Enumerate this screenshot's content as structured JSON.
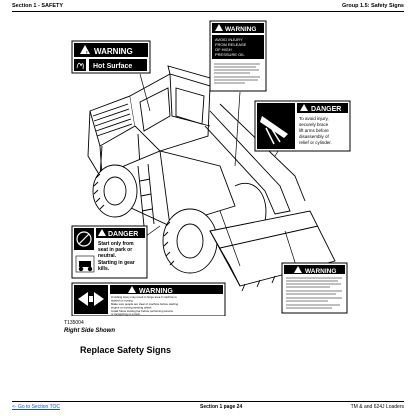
{
  "header": {
    "left": "Section 1 - SAFETY",
    "right": "Group 1.5: Safety Signs"
  },
  "labels": {
    "warning_hot_title": "WARNING",
    "warning_hot_text": "Hot Surface",
    "warning_hyd_title": "WARNING",
    "warning_hyd_line1": "AVOID INJURY",
    "warning_hyd_line2": "FROM RELEASE",
    "warning_hyd_line3": "OF HIGH",
    "warning_hyd_line4": "PRESSURE OIL",
    "danger_right_title": "DANGER",
    "danger_right_line1": "To avoid injury,",
    "danger_right_line2": "securely brace",
    "danger_right_line3": "lift arms before",
    "danger_right_line4": "disassembly of",
    "danger_right_line5": "relief or cylinder.",
    "danger_left_title": "DANGER",
    "danger_left_line1": "Start only from",
    "danger_left_line2": "seat in park or",
    "danger_left_line3": "neutral.",
    "danger_left_line4": "Starting in gear",
    "danger_left_line5": "kills.",
    "warning_bottom_title": "WARNING",
    "warning_bottom_line1": "Crushing injury may result in hinge area if machine is",
    "warning_bottom_line2": "started or moving.",
    "warning_bottom_line3": "Make sure people are clear of machine before starting",
    "warning_bottom_line4": "engine or moving steering wheel.",
    "warning_bottom_line5": "Install frame locking bar before performing service",
    "warning_bottom_line6": "or transporting on a truck.",
    "warning_small_title": "WARNING"
  },
  "figure_id": "T135004",
  "caption": "Right Side Shown",
  "heading": "Replace Safety Signs",
  "footer": {
    "link": "<- Go to Section TOC",
    "center": "Section 1 page 24",
    "right": "TM & and 624J Loaders"
  }
}
